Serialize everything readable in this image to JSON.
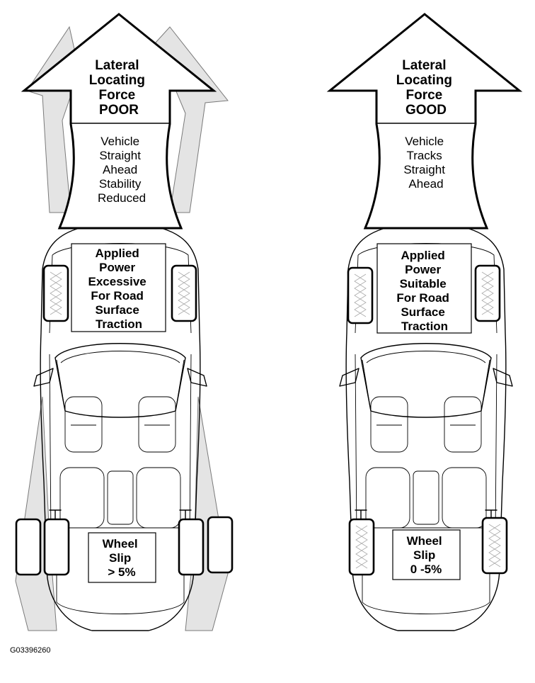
{
  "figure_id": "G03396260",
  "left_panel": {
    "arrow_lines": [
      "Lateral",
      "Locating",
      "Force",
      "POOR"
    ],
    "stem_lines": [
      "Vehicle",
      "Straight",
      "Ahead",
      "Stability",
      "Reduced"
    ],
    "power_lines": [
      "Applied",
      "Power",
      "Excessive",
      "For Road",
      "Surface",
      "Traction"
    ],
    "slip_lines": [
      "Wheel",
      "Slip",
      "> 5%"
    ]
  },
  "right_panel": {
    "arrow_lines": [
      "Lateral",
      "Locating",
      "Force",
      "GOOD"
    ],
    "stem_lines": [
      "Vehicle",
      "Tracks",
      "Straight",
      "Ahead"
    ],
    "power_lines": [
      "Applied",
      "Power",
      "Suitable",
      "For Road",
      "Surface",
      "Traction"
    ],
    "slip_lines": [
      "Wheel",
      "Slip",
      "0 -5%"
    ]
  },
  "colors": {
    "line": "#000000",
    "shadow_fill": "#e4e4e4",
    "background": "#ffffff"
  }
}
